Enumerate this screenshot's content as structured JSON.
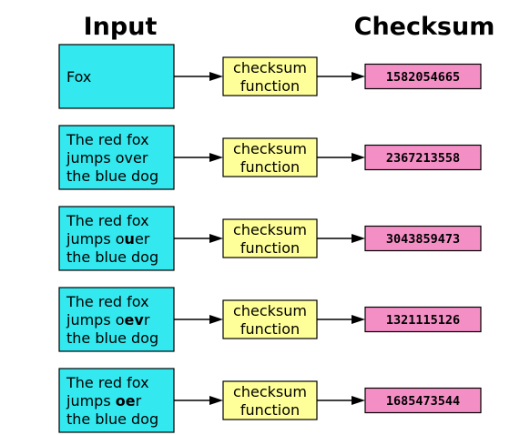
{
  "headers": {
    "input": "Input",
    "output": "Checksum"
  },
  "colors": {
    "input_fill": "#33e8ee",
    "function_fill": "#ffff99",
    "output_fill": "#f48fc5"
  },
  "function_label": [
    "checksum",
    "function"
  ],
  "rows": [
    {
      "input_lines": [
        [
          {
            "text": "Fox",
            "bold": false
          }
        ]
      ],
      "checksum": "1582054665"
    },
    {
      "input_lines": [
        [
          {
            "text": "The red fox",
            "bold": false
          }
        ],
        [
          {
            "text": "jumps over",
            "bold": false
          }
        ],
        [
          {
            "text": "the blue dog",
            "bold": false
          }
        ]
      ],
      "checksum": "2367213558"
    },
    {
      "input_lines": [
        [
          {
            "text": "The red fox",
            "bold": false
          }
        ],
        [
          {
            "text": "jumps o",
            "bold": false
          },
          {
            "text": "u",
            "bold": true
          },
          {
            "text": "er",
            "bold": false
          }
        ],
        [
          {
            "text": "the blue dog",
            "bold": false
          }
        ]
      ],
      "checksum": "3043859473"
    },
    {
      "input_lines": [
        [
          {
            "text": "The red fox",
            "bold": false
          }
        ],
        [
          {
            "text": "jumps o",
            "bold": false
          },
          {
            "text": "ev",
            "bold": true
          },
          {
            "text": "r",
            "bold": false
          }
        ],
        [
          {
            "text": "the blue dog",
            "bold": false
          }
        ]
      ],
      "checksum": "1321115126"
    },
    {
      "input_lines": [
        [
          {
            "text": "The red fox",
            "bold": false
          }
        ],
        [
          {
            "text": "jumps ",
            "bold": false
          },
          {
            "text": "oe",
            "bold": true
          },
          {
            "text": "r",
            "bold": false
          }
        ],
        [
          {
            "text": "the blue dog",
            "bold": false
          }
        ]
      ],
      "checksum": "1685473544"
    }
  ]
}
